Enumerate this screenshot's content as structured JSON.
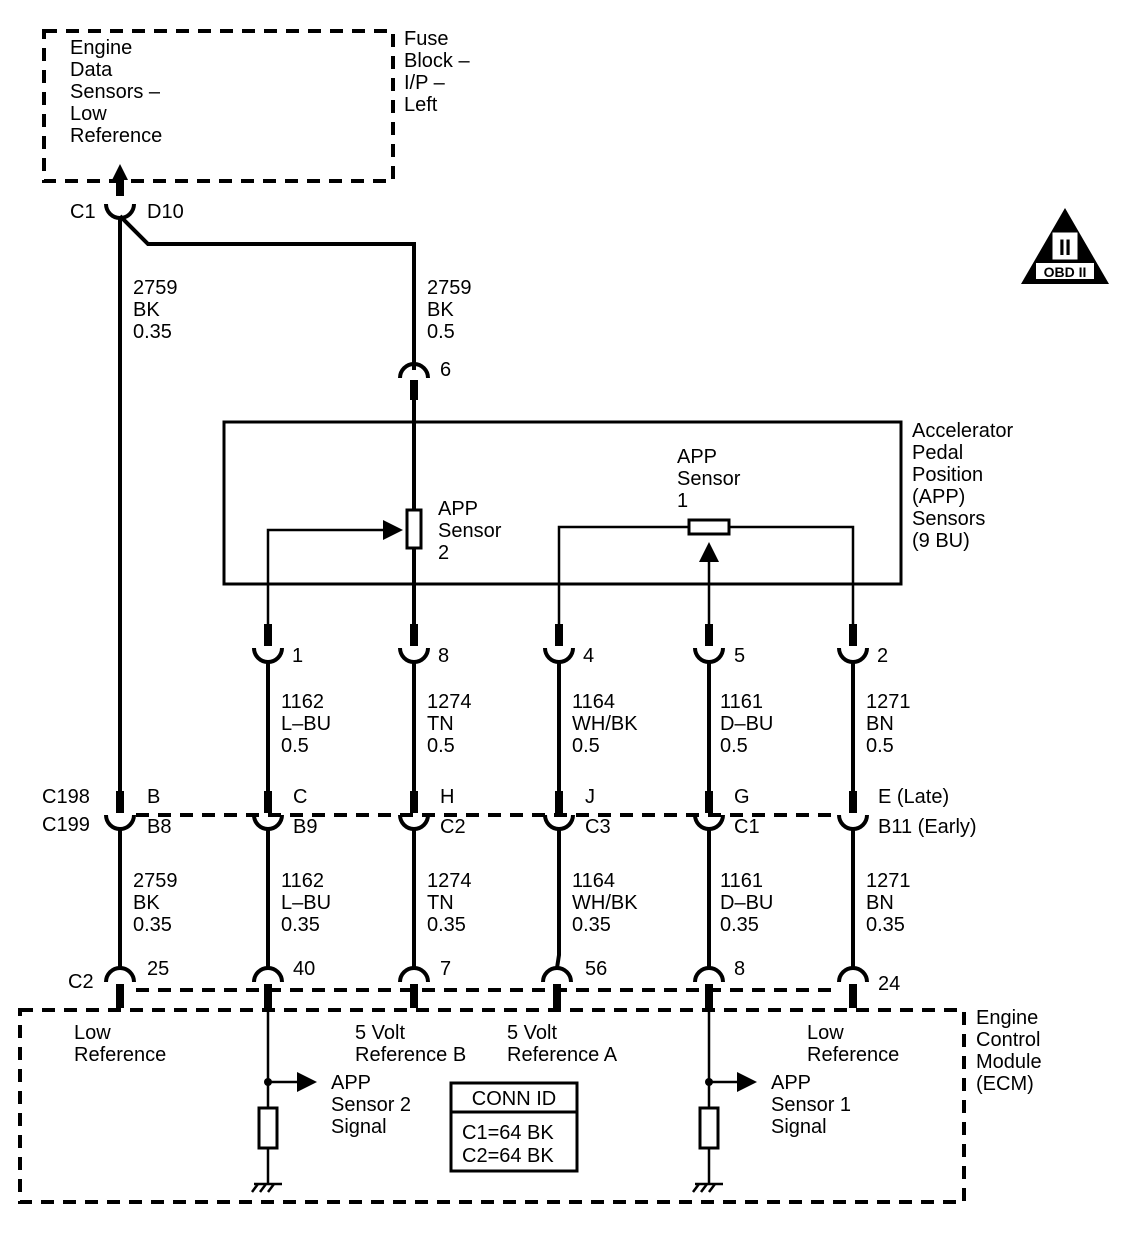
{
  "fuse_block": {
    "box_label": [
      "Engine",
      "Data",
      "Sensors –",
      "Low",
      "Reference"
    ],
    "side_label": [
      "Fuse",
      "Block –",
      "I/P –",
      "Left"
    ]
  },
  "splice": {
    "connector": "C1",
    "pin": "D10"
  },
  "obd_badge": {
    "numeral": "II",
    "label": "OBD II"
  },
  "upper_wires": [
    {
      "circuit": "2759",
      "color": "BK",
      "size": "0.35"
    },
    {
      "circuit": "2759",
      "color": "BK",
      "size": "0.5"
    }
  ],
  "app_connector_top_pin": "6",
  "app_assembly": {
    "label": [
      "Accelerator",
      "Pedal",
      "Position",
      "(APP)",
      "Sensors",
      "(9 BU)"
    ],
    "sensor2": [
      "APP",
      "Sensor",
      "2"
    ],
    "sensor1": [
      "APP",
      "Sensor",
      "1"
    ]
  },
  "app_pins": [
    "1",
    "8",
    "4",
    "5",
    "2"
  ],
  "mid_wires": [
    {
      "circuit": "1162",
      "color": "L–BU",
      "size": "0.5"
    },
    {
      "circuit": "1274",
      "color": "TN",
      "size": "0.5"
    },
    {
      "circuit": "1164",
      "color": "WH/BK",
      "size": "0.5"
    },
    {
      "circuit": "1161",
      "color": "D–BU",
      "size": "0.5"
    },
    {
      "circuit": "1271",
      "color": "BN",
      "size": "0.5"
    }
  ],
  "inline_connector": {
    "c198": "C198",
    "c199": "C199",
    "upper_pins": [
      "B",
      "C",
      "H",
      "J",
      "G",
      "E (Late)"
    ],
    "lower_pins": [
      "B8",
      "B9",
      "C2",
      "C3",
      "C1",
      "B11 (Early)"
    ]
  },
  "lower_wires": [
    {
      "circuit": "2759",
      "color": "BK",
      "size": "0.35"
    },
    {
      "circuit": "1162",
      "color": "L–BU",
      "size": "0.35"
    },
    {
      "circuit": "1274",
      "color": "TN",
      "size": "0.35"
    },
    {
      "circuit": "1164",
      "color": "WH/BK",
      "size": "0.35"
    },
    {
      "circuit": "1161",
      "color": "D–BU",
      "size": "0.35"
    },
    {
      "circuit": "1271",
      "color": "BN",
      "size": "0.35"
    }
  ],
  "ecm_connector": {
    "name": "C2",
    "pins": [
      "25",
      "40",
      "7",
      "56",
      "8",
      "24"
    ]
  },
  "ecm": {
    "label": [
      "Engine",
      "Control",
      "Module",
      "(ECM)"
    ],
    "low_ref_left": [
      "Low",
      "Reference"
    ],
    "ref_b": [
      "5 Volt",
      "Reference B"
    ],
    "ref_a": [
      "5 Volt",
      "Reference A"
    ],
    "low_ref_right": [
      "Low",
      "Reference"
    ],
    "sensor2_signal": [
      "APP",
      "Sensor 2",
      "Signal"
    ],
    "sensor1_signal": [
      "APP",
      "Sensor 1",
      "Signal"
    ],
    "conn_id": {
      "title": "CONN ID",
      "rows": [
        "C1=64 BK",
        "C2=64 BK"
      ]
    }
  }
}
